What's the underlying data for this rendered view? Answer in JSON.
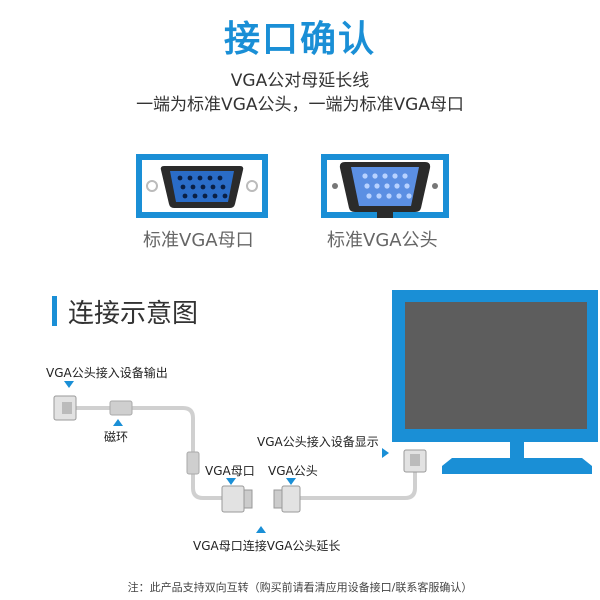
{
  "header": {
    "title": "接口确认",
    "subtitle_line1": "VGA公对母延长线",
    "subtitle_line2": "一端为标准VGA公头，一端为标准VGA母口"
  },
  "connectors": [
    {
      "caption": "标准VGA母口"
    },
    {
      "caption": "标准VGA公头"
    }
  ],
  "diagram": {
    "section_title": "连接示意图",
    "label_male_input": "VGA公头接入设备输出",
    "label_ferrite": "磁环",
    "label_display": "VGA公头接入设备显示",
    "label_female": "VGA母口",
    "label_male": "VGA公头",
    "label_extend": "VGA母口连接VGA公头延长"
  },
  "footer": {
    "note": "注：此产品支持双向互转（购买前请看清应用设备接口/联系客服确认）"
  },
  "colors": {
    "accent": "#1a8fd6",
    "screen": "#5d5d5d"
  }
}
